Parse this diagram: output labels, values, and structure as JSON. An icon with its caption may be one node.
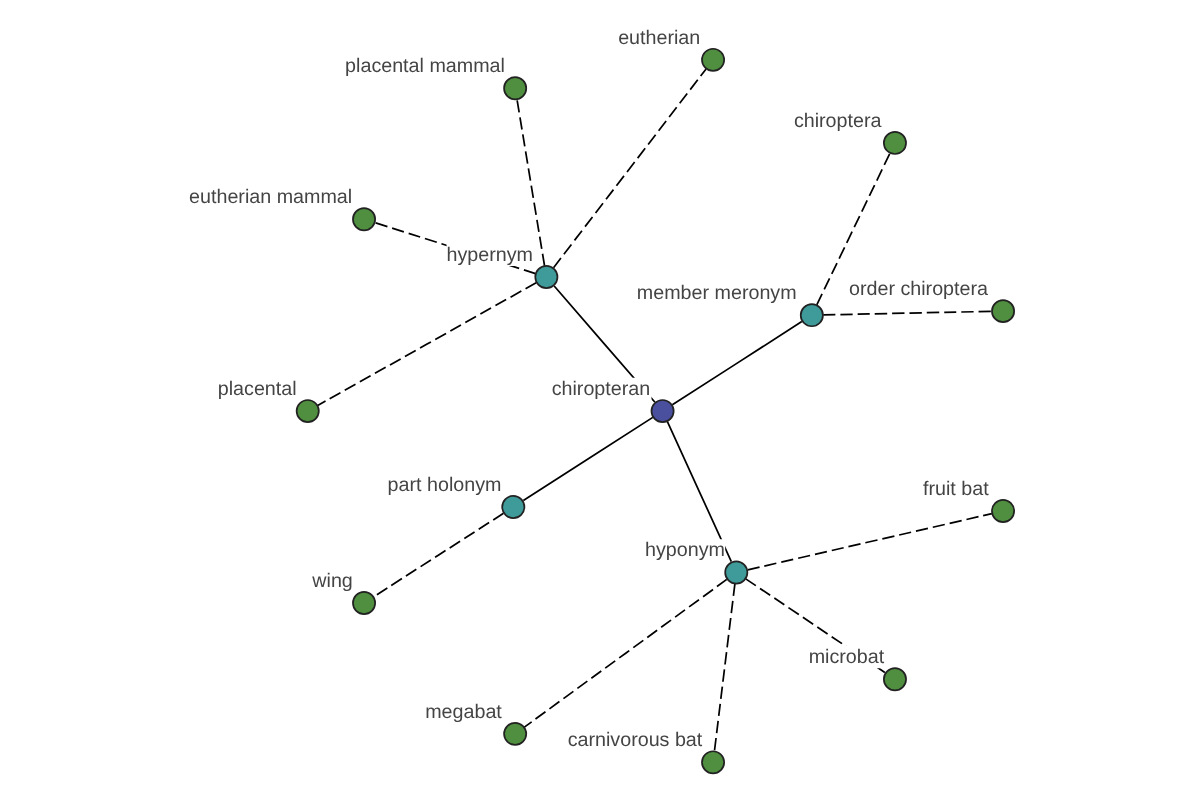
{
  "diagram": {
    "nodes": [
      {
        "text": [
          "chiropteran"
        ]
      },
      {
        "text": [
          "member meronym"
        ]
      },
      {
        "text": [
          "order chiroptera"
        ]
      },
      {
        "text": [
          "chiroptera"
        ]
      },
      {
        "text": [
          "hypernym"
        ]
      },
      {
        "text": [
          "eutherian"
        ]
      },
      {
        "text": [
          "placental mammal"
        ]
      },
      {
        "text": [
          "eutherian mammal"
        ]
      },
      {
        "text": [
          "placental"
        ]
      },
      {
        "text": [
          "part holonym"
        ]
      },
      {
        "text": [
          "wing"
        ]
      },
      {
        "text": [
          "hyponym"
        ]
      },
      {
        "text": [
          "megabat"
        ]
      },
      {
        "text": [
          "carnivorous bat"
        ]
      },
      {
        "text": [
          "microbat"
        ]
      },
      {
        "text": [
          "fruit bat"
        ]
      }
    ],
    "edges": [
      {
        "from": 0,
        "to": 1,
        "arrow": "none"
      },
      {
        "from": 1,
        "to": 2,
        "arrow": "none",
        "style": "dashed"
      },
      {
        "from": 1,
        "to": 3,
        "arrow": "none",
        "style": "dashed"
      },
      {
        "from": 0,
        "to": 4,
        "arrow": "none"
      },
      {
        "from": 4,
        "to": 5,
        "arrow": "none",
        "style": "dashed"
      },
      {
        "from": 4,
        "to": 6,
        "arrow": "none",
        "style": "dashed"
      },
      {
        "from": 4,
        "to": 7,
        "arrow": "none",
        "style": "dashed"
      },
      {
        "from": 4,
        "to": 8,
        "arrow": "none",
        "style": "dashed"
      },
      {
        "from": 0,
        "to": 9,
        "arrow": "none"
      },
      {
        "from": 9,
        "to": 10,
        "arrow": "none",
        "style": "dashed"
      },
      {
        "from": 0,
        "to": 11,
        "arrow": "none"
      },
      {
        "from": 11,
        "to": 12,
        "arrow": "none",
        "style": "dashed"
      },
      {
        "from": 11,
        "to": 13,
        "arrow": "none",
        "style": "dashed"
      },
      {
        "from": 11,
        "to": 14,
        "arrow": "none",
        "style": "dashed"
      },
      {
        "from": 11,
        "to": 15,
        "arrow": "none",
        "style": "dashed"
      }
    ]
  }
}
